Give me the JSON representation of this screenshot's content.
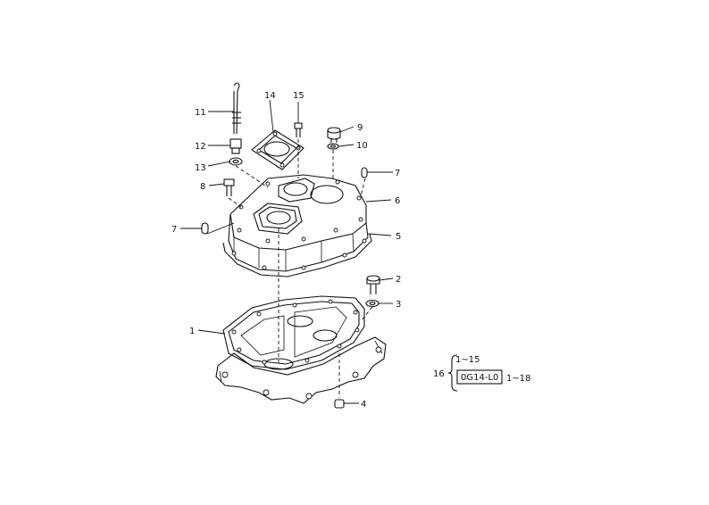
{
  "callouts": [
    {
      "id": "c11",
      "text": "11"
    },
    {
      "id": "c12",
      "text": "12"
    },
    {
      "id": "c13",
      "text": "13"
    },
    {
      "id": "c14",
      "text": "14"
    },
    {
      "id": "c15",
      "text": "15"
    },
    {
      "id": "c9",
      "text": "9"
    },
    {
      "id": "c10",
      "text": "10"
    },
    {
      "id": "c7a",
      "text": "7"
    },
    {
      "id": "c6",
      "text": "6"
    },
    {
      "id": "c8",
      "text": "8"
    },
    {
      "id": "c7b",
      "text": "7"
    },
    {
      "id": "c5",
      "text": "5"
    },
    {
      "id": "c2",
      "text": "2"
    },
    {
      "id": "c3",
      "text": "3"
    },
    {
      "id": "c1",
      "text": "1"
    },
    {
      "id": "c4",
      "text": "4"
    }
  ],
  "kit": {
    "number": "16",
    "range_top": "1~15",
    "code": "0G14-L0",
    "range_right": "1~18"
  }
}
